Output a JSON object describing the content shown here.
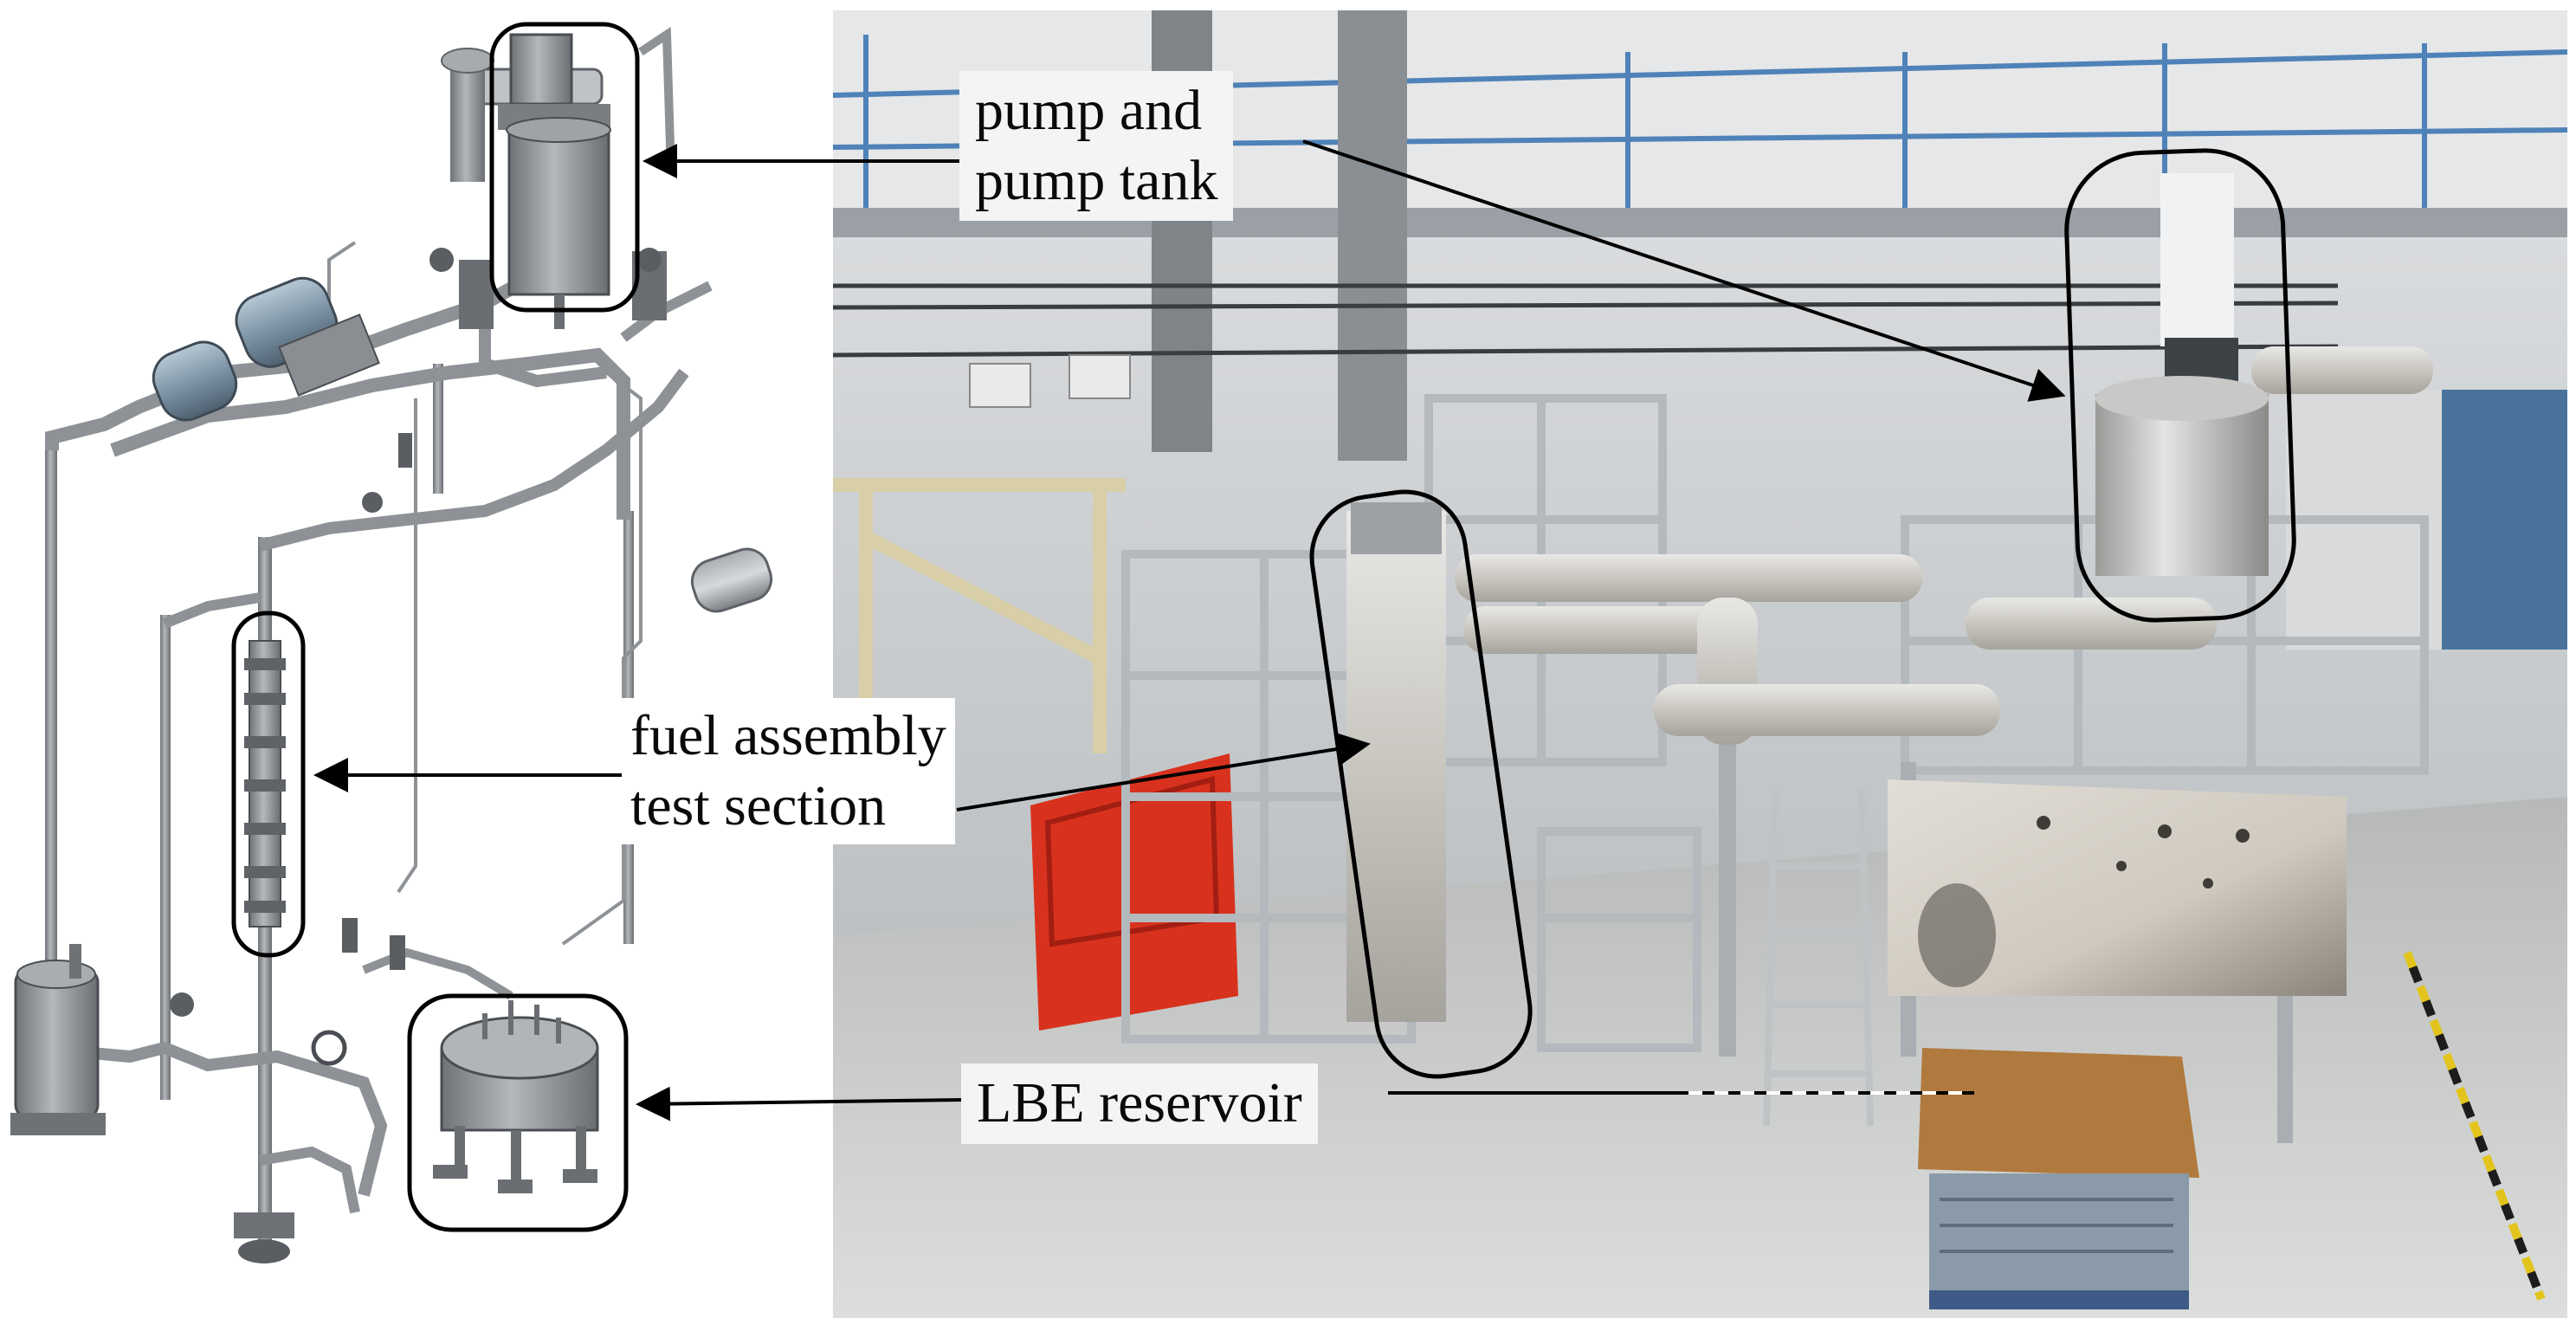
{
  "labels": {
    "pump_line1": "pump and",
    "pump_line2": "pump tank",
    "fuel_line1": "fuel assembly",
    "fuel_line2": "test section",
    "lbe": "LBE reservoir"
  },
  "colors": {
    "background": "#ffffff",
    "label_box": "#f4f4f4",
    "outline": "#000000",
    "cad_metal": "#8e9296",
    "cad_metal_dark": "#5e6266",
    "motor_blue": "#8fa6b8",
    "hall_wall": "#c8cbce",
    "hall_floor": "#cfd1d0",
    "frame_steel": "#b9bec2",
    "insulation": "#d8d8d6",
    "red_lift": "#d8321e",
    "workbench_top": "#b07a3e"
  },
  "icons": [
    "cad-model-drawing",
    "facility-photo"
  ]
}
